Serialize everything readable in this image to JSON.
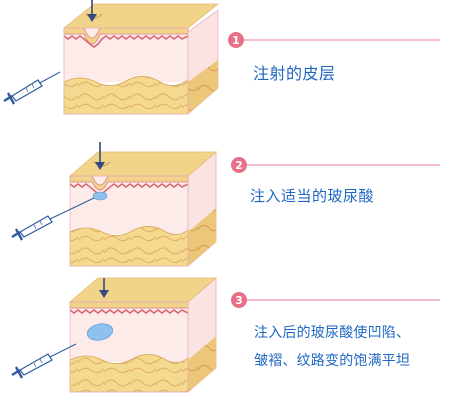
{
  "steps": [
    {
      "number": "1",
      "caption": "注射的皮层"
    },
    {
      "number": "2",
      "caption": "注入适当的玻尿酸"
    },
    {
      "number": "3",
      "caption_line1": "注入后的玻尿酸使凹陷、",
      "caption_line2": "皱褶、纹路变的饱满平坦"
    }
  ],
  "colors": {
    "skin_top": "#f1d48a",
    "skin_top_dark": "#e2b86b",
    "dermis_pink": "#fce5e4",
    "dermis_edge": "#d86874",
    "fat_yellow": "#f5d98e",
    "fat_dark": "#d7a85c",
    "filler_blue": "#8cc2ec",
    "leader_line": "#e87d95",
    "number_circle": "#e86f88",
    "arrow": "#324a7e",
    "syringe": "#2f5b9e",
    "caption_text": "#1f67c3"
  },
  "icons": [
    "down-arrow-icon",
    "syringe-icon",
    "number-circle-icon"
  ]
}
